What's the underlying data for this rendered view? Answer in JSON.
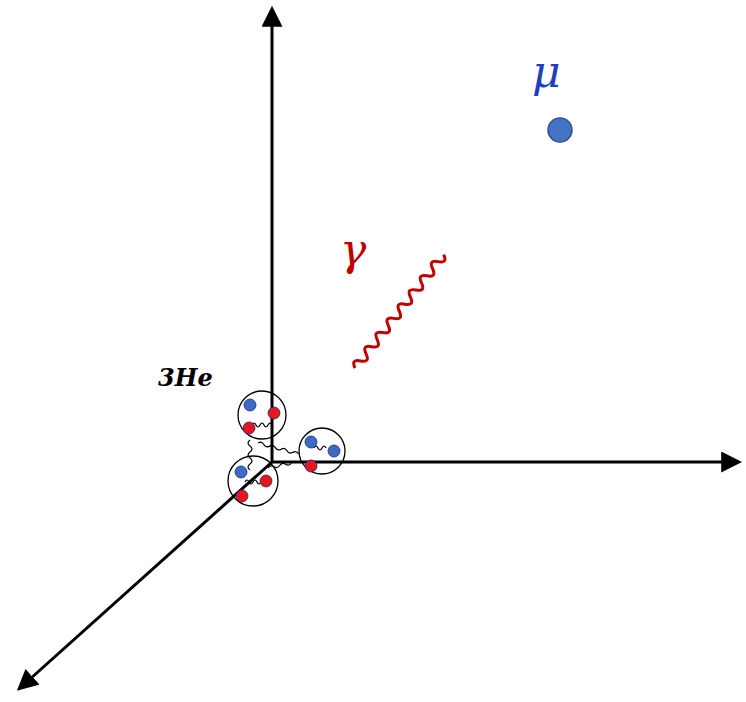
{
  "diagram": {
    "labels": [
      "3He",
      "γ",
      "μ"
    ]
  }
}
